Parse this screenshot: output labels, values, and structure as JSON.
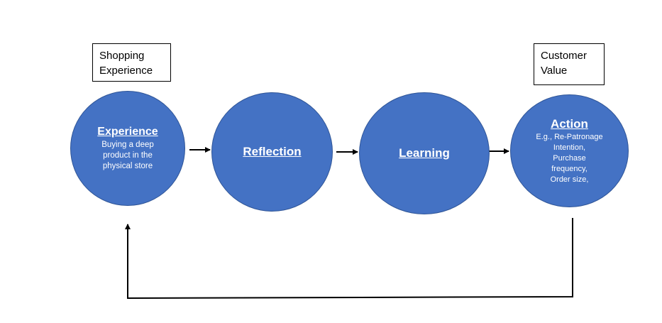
{
  "labels": {
    "shopping": [
      "Shopping",
      "Experience"
    ],
    "customer": [
      "Customer",
      "Value"
    ]
  },
  "nodes": [
    {
      "title": "Experience",
      "desc": [
        "Buying a deep",
        "product in the",
        "physical store"
      ]
    },
    {
      "title": "Reflection",
      "desc": []
    },
    {
      "title": "Learning",
      "desc": []
    },
    {
      "title": "Action",
      "desc": [
        "E.g., Re-Patronage",
        "Intention,",
        "Purchase",
        "frequency,",
        "Order size,"
      ]
    }
  ],
  "colors": {
    "node_fill": "#4472c4",
    "node_border": "#2f5597",
    "connector": "#000000"
  }
}
